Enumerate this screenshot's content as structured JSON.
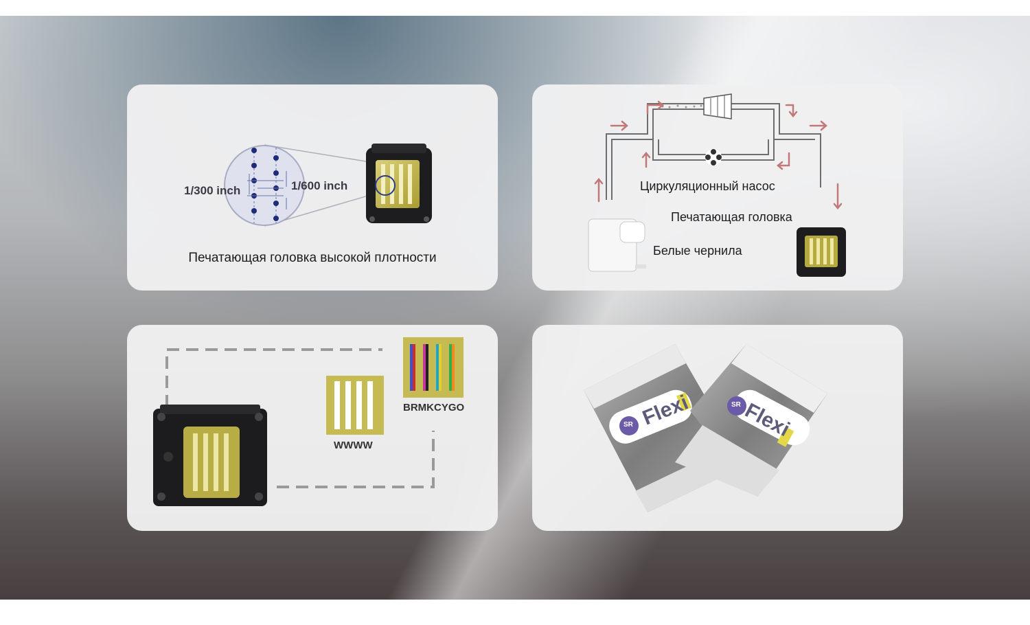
{
  "cards": {
    "density": {
      "caption": "Печатающая головка высокой плотности",
      "label_300": "1/300 inch",
      "label_600": "1/600 inch"
    },
    "circulation": {
      "pump_label": "Циркуляционный насос",
      "head_label": "Печатающая головка",
      "ink_label": "Белые чернила"
    },
    "channels": {
      "white_label": "WWWW",
      "color_label": "BRMKCYGO",
      "channel_colors": [
        "#3a4fd6",
        "#d42a2a",
        "#c2379a",
        "#222222",
        "#18a6d8",
        "#e6cf24",
        "#2fae4a",
        "#ef8a1e"
      ]
    },
    "film": {
      "brand": "Flexi",
      "logo_text": "SR"
    }
  },
  "colors": {
    "gold": "#c9bd55",
    "arrow": "#c07878",
    "dot": "#1d2c78"
  }
}
